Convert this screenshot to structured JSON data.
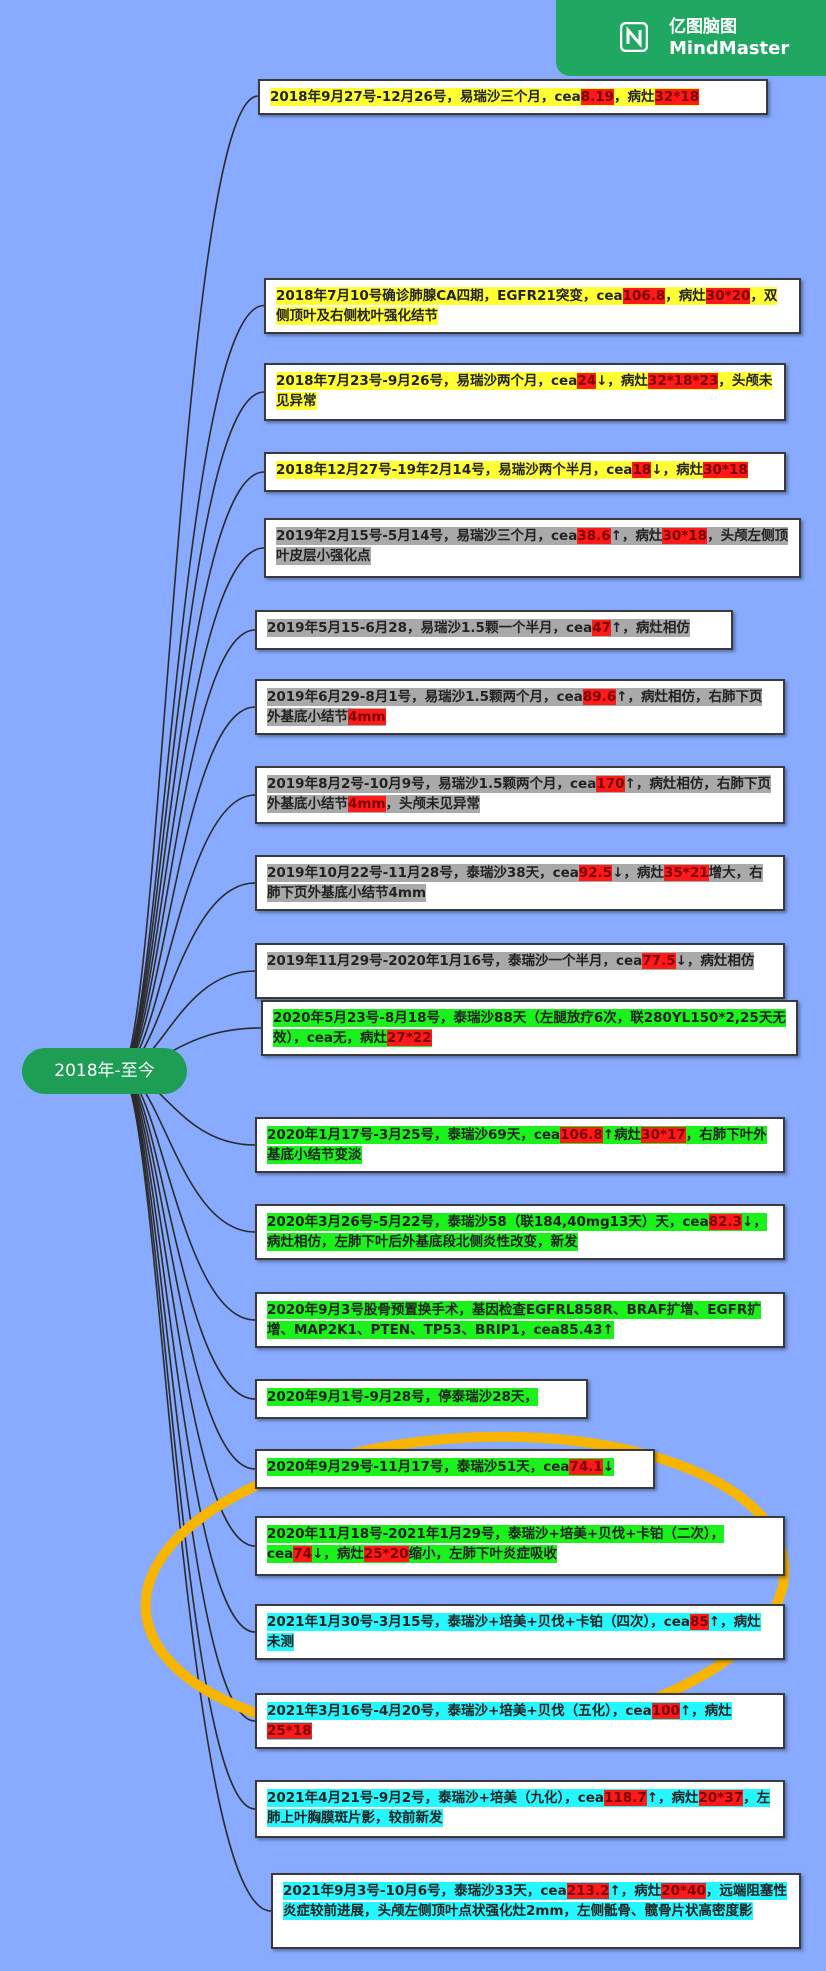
{
  "brand": {
    "name_cn": "亿图脑图",
    "name_en": "MindMaster"
  },
  "root": {
    "label": "2018年-至今"
  },
  "colors": {
    "background": "#88abff",
    "root": "#1e9e55",
    "branch": "#2b2b2b",
    "highlight_red": "#ff1a1a",
    "circle_annotation": "#f7b500"
  },
  "nodes": [
    {
      "hl": "y",
      "segments": [
        [
          "2018年9月27号-12月26号，易瑞沙三个月，cea",
          ""
        ],
        [
          "8.19",
          "r"
        ],
        [
          "，病灶",
          ""
        ],
        [
          "32*18",
          "r"
        ]
      ]
    },
    {
      "hl": "y",
      "segments": [
        [
          "2018年7月10号确诊肺腺CA四期，EGFR21突变，cea",
          ""
        ],
        [
          "106.8",
          "r"
        ],
        [
          "，病灶",
          ""
        ],
        [
          "30*20",
          "r"
        ],
        [
          "，双侧顶叶及右侧枕叶强化结节",
          ""
        ]
      ]
    },
    {
      "hl": "y",
      "segments": [
        [
          "2018年7月23号-9月26号，易瑞沙两个月，cea",
          ""
        ],
        [
          "24",
          "r"
        ],
        [
          "↓，病灶",
          ""
        ],
        [
          "32*18*23",
          "r"
        ],
        [
          "，头颅未见异常",
          ""
        ]
      ]
    },
    {
      "hl": "y",
      "segments": [
        [
          "2018年12月27号-19年2月14号，易瑞沙两个半月，cea",
          ""
        ],
        [
          "18",
          "r"
        ],
        [
          "↓，病灶",
          ""
        ],
        [
          "30*18",
          "r"
        ]
      ]
    },
    {
      "hl": "g",
      "segments": [
        [
          "2019年2月15号-5月14号，易瑞沙三个月，cea",
          ""
        ],
        [
          "38.6",
          "r"
        ],
        [
          "↑，病灶",
          ""
        ],
        [
          "30*18",
          "r"
        ],
        [
          "，头颅左侧顶叶皮层小强化点",
          ""
        ]
      ]
    },
    {
      "hl": "g",
      "segments": [
        [
          "2019年5月15-6月28，易瑞沙1.5颗一个半月，cea",
          ""
        ],
        [
          "47",
          "r"
        ],
        [
          "↑，病灶相仿",
          ""
        ]
      ]
    },
    {
      "hl": "g",
      "segments": [
        [
          "2019年6月29-8月1号，易瑞沙1.5颗两个月，cea",
          ""
        ],
        [
          "89.6",
          "r"
        ],
        [
          "↑，病灶相仿，右肺下页外基底小结节",
          ""
        ],
        [
          "4mm",
          "r"
        ]
      ]
    },
    {
      "hl": "g",
      "segments": [
        [
          "2019年8月2号-10月9号，易瑞沙1.5颗两个月，cea",
          ""
        ],
        [
          "170",
          "r"
        ],
        [
          "↑，病灶相仿，右肺下页外基底小结节",
          ""
        ],
        [
          "4mm",
          "r"
        ],
        [
          "，头颅未见异常",
          ""
        ]
      ]
    },
    {
      "hl": "g",
      "segments": [
        [
          "2019年10月22号-11月28号，泰瑞沙38天，cea",
          ""
        ],
        [
          "92.5",
          "r"
        ],
        [
          "↓，病灶",
          ""
        ],
        [
          "35*21",
          "r"
        ],
        [
          "增大，右肺下页外基底小结节4mm",
          ""
        ]
      ]
    },
    {
      "hl": "g",
      "segments": [
        [
          "2019年11月29号-2020年1月16号，泰瑞沙一个半月，cea",
          ""
        ],
        [
          "77.5",
          "r"
        ],
        [
          "↓，病灶相仿",
          ""
        ]
      ]
    },
    {
      "hl": "G",
      "segments": [
        [
          "2020年5月23号-8月18号，泰瑞沙88天（左腿放疗6次，联280YL150*2,25天无效），cea无，病灶",
          ""
        ],
        [
          "27*22",
          "r"
        ]
      ]
    },
    {
      "hl": "G",
      "segments": [
        [
          "2020年1月17号-3月25号，泰瑞沙69天，cea",
          ""
        ],
        [
          "106.8",
          "r"
        ],
        [
          "↑病灶",
          ""
        ],
        [
          "30*17",
          "r"
        ],
        [
          "，右肺下叶外基底小结节变淡",
          ""
        ]
      ]
    },
    {
      "hl": "G",
      "segments": [
        [
          "2020年3月26号-5月22号，泰瑞沙58（联184,40mg13天）天，cea",
          ""
        ],
        [
          "82.3",
          "r"
        ],
        [
          "↓，病灶相仿，左肺下叶后外基底段北侧炎性改变，新发",
          ""
        ]
      ]
    },
    {
      "hl": "G",
      "segments": [
        [
          "2020年9月3号股骨预置换手术，基因检查EGFRL858R、BRAF扩增、EGFR扩增、MAP2K1、PTEN、TP53、BRIP1，cea85.43↑",
          ""
        ]
      ]
    },
    {
      "hl": "G",
      "segments": [
        [
          "2020年9月1号-9月28号，停泰瑞沙28天，",
          ""
        ]
      ]
    },
    {
      "hl": "G",
      "segments": [
        [
          "2020年9月29号-11月17号，泰瑞沙51天，cea",
          ""
        ],
        [
          "74.1",
          "r"
        ],
        [
          "↓",
          ""
        ]
      ]
    },
    {
      "hl": "G",
      "segments": [
        [
          "2020年11月18号-2021年1月29号，泰瑞沙+培美+贝伐+卡铂（二次），cea",
          ""
        ],
        [
          "74",
          "r"
        ],
        [
          "↓，病灶",
          ""
        ],
        [
          "25*20",
          "r"
        ],
        [
          "缩小，左肺下叶炎症吸收",
          ""
        ]
      ]
    },
    {
      "hl": "c",
      "segments": [
        [
          "2021年1月30号-3月15号，泰瑞沙+培美+贝伐+卡铂（四次），cea",
          ""
        ],
        [
          "85",
          "r"
        ],
        [
          "↑，病灶未测",
          ""
        ]
      ]
    },
    {
      "hl": "c",
      "segments": [
        [
          "2021年3月16号-4月20号，泰瑞沙+培美+贝伐（五化），cea",
          ""
        ],
        [
          "100",
          "r"
        ],
        [
          "↑，病灶",
          ""
        ],
        [
          "25*18",
          "r"
        ]
      ]
    },
    {
      "hl": "c",
      "segments": [
        [
          "2021年4月21号-9月2号，泰瑞沙+培美（九化），cea",
          ""
        ],
        [
          "118.7",
          "r"
        ],
        [
          "↑，病灶",
          ""
        ],
        [
          "20*37",
          "r"
        ],
        [
          "，左肺上叶胸膜斑片影，较前新发",
          ""
        ]
      ]
    },
    {
      "hl": "c",
      "segments": [
        [
          "2021年9月3号-10月6号，泰瑞沙33天，cea",
          ""
        ],
        [
          "213.2",
          "r"
        ],
        [
          "↑，病灶",
          ""
        ],
        [
          "20*40",
          "r"
        ],
        [
          "，远端阻塞性炎症较前进展，头颅左侧顶叶点状强化灶2mm，左侧骶骨、髋骨片状高密度影",
          ""
        ]
      ]
    }
  ]
}
